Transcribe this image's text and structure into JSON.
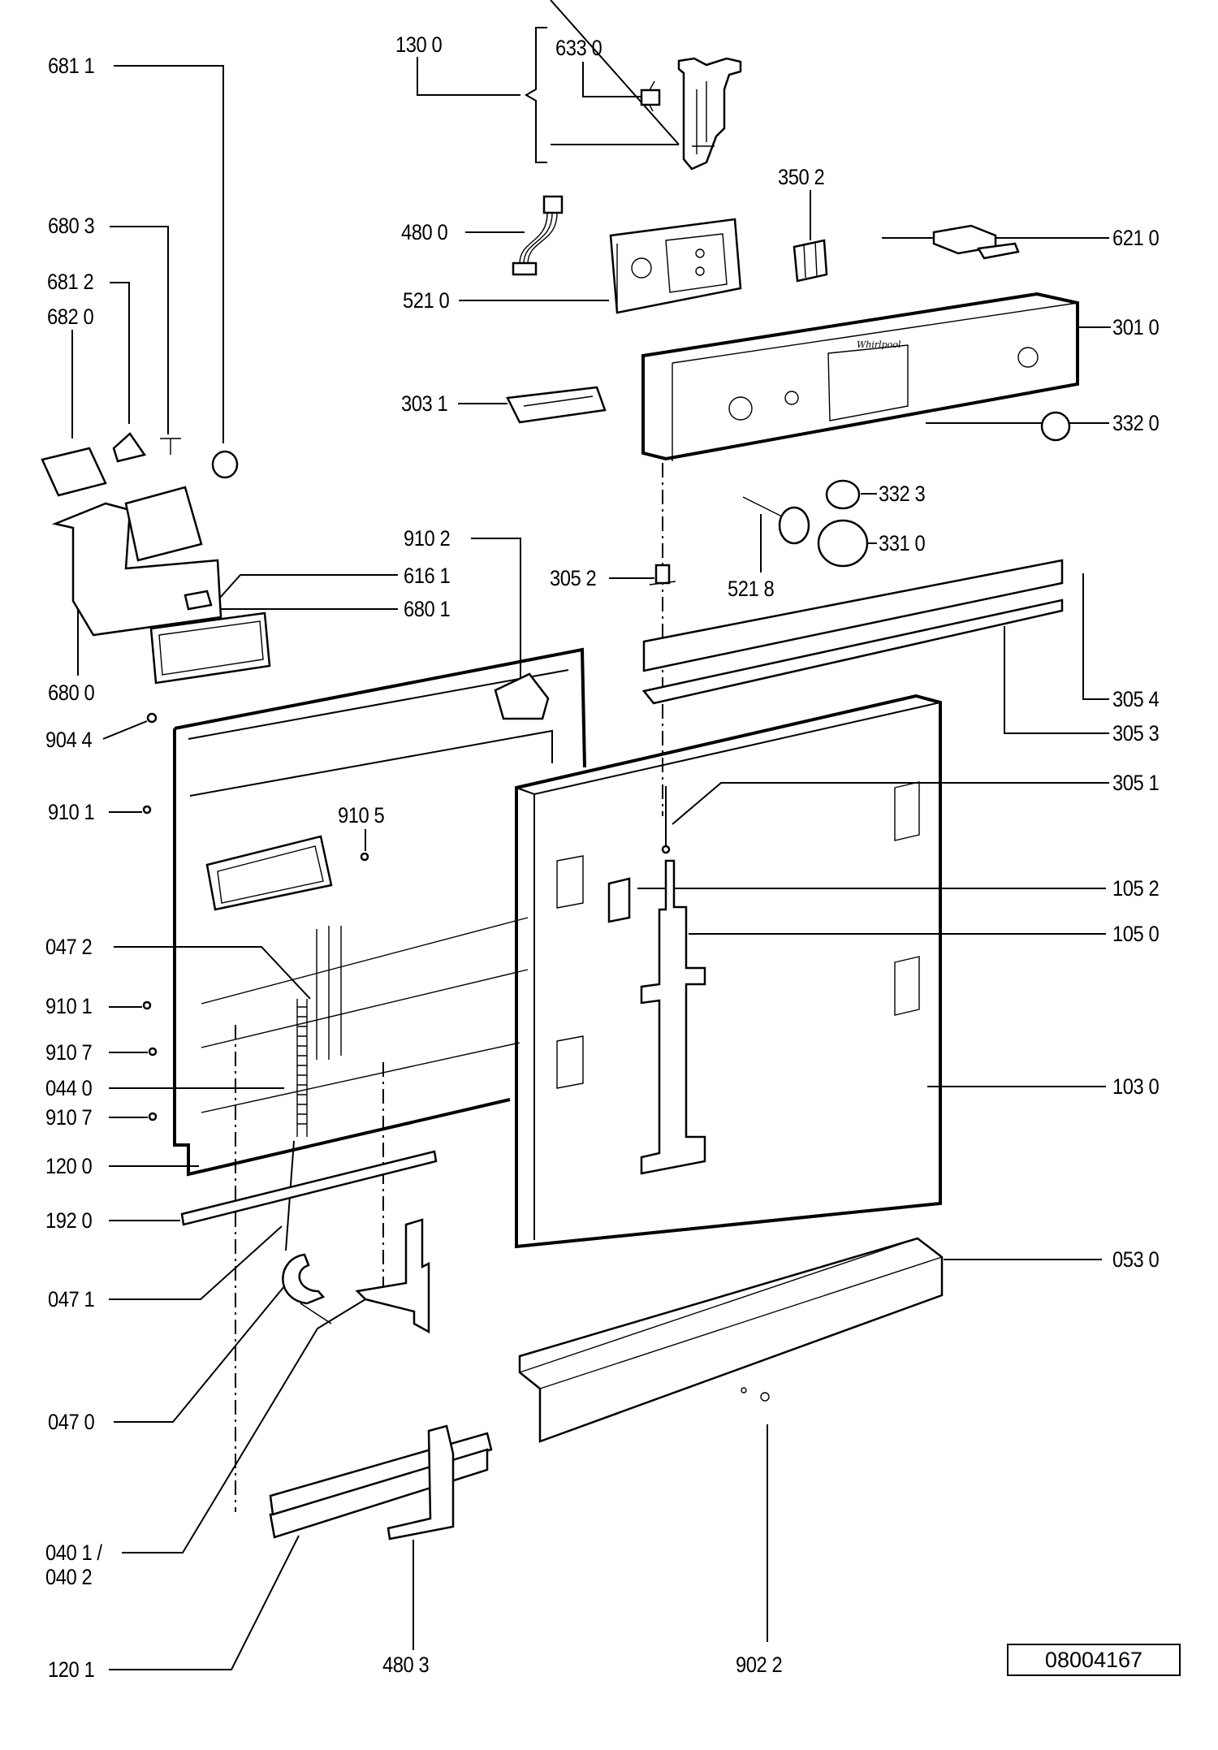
{
  "diagram": {
    "title": "Exploded parts diagram - dishwasher door and control panel",
    "document_number": "08004167",
    "callouts": [
      {
        "id": "c6811",
        "label": "681 1",
        "part": "681 1"
      },
      {
        "id": "c1300",
        "label": "130 0",
        "part": "130 0"
      },
      {
        "id": "c6330",
        "label": "633 0",
        "part": "633 0"
      },
      {
        "id": "c3502",
        "label": "350 2",
        "part": "350 2"
      },
      {
        "id": "c6803",
        "label": "680 3",
        "part": "680 3"
      },
      {
        "id": "c4800",
        "label": "480 0",
        "part": "480 0"
      },
      {
        "id": "c6210",
        "label": "621 0",
        "part": "621 0"
      },
      {
        "id": "c6812",
        "label": "681 2",
        "part": "681 2"
      },
      {
        "id": "c5210",
        "label": "521 0",
        "part": "521 0"
      },
      {
        "id": "c6820",
        "label": "682 0",
        "part": "682 0"
      },
      {
        "id": "c3010",
        "label": "301 0",
        "part": "301 0"
      },
      {
        "id": "c3031",
        "label": "303 1",
        "part": "303 1"
      },
      {
        "id": "c3320",
        "label": "332 0",
        "part": "332 0"
      },
      {
        "id": "c3323",
        "label": "332 3",
        "part": "332 3"
      },
      {
        "id": "c9102",
        "label": "910 2",
        "part": "910 2"
      },
      {
        "id": "c3310",
        "label": "331 0",
        "part": "331 0"
      },
      {
        "id": "c3052",
        "label": "305 2",
        "part": "305 2"
      },
      {
        "id": "c5218",
        "label": "521 8",
        "part": "521 8"
      },
      {
        "id": "c6161",
        "label": "616 1",
        "part": "616 1"
      },
      {
        "id": "c6801",
        "label": "680 1",
        "part": "680 1"
      },
      {
        "id": "c6800",
        "label": "680 0",
        "part": "680 0"
      },
      {
        "id": "c3054",
        "label": "305 4",
        "part": "305 4"
      },
      {
        "id": "c9044",
        "label": "904 4",
        "part": "904 4"
      },
      {
        "id": "c3053",
        "label": "305 3",
        "part": "305 3"
      },
      {
        "id": "c3051",
        "label": "305 1",
        "part": "305 1"
      },
      {
        "id": "c9101a",
        "label": "910 1",
        "part": "910 1"
      },
      {
        "id": "c9105",
        "label": "910 5",
        "part": "910 5"
      },
      {
        "id": "c1052",
        "label": "105 2",
        "part": "105 2"
      },
      {
        "id": "c0472",
        "label": "047 2",
        "part": "047 2"
      },
      {
        "id": "c1050",
        "label": "105 0",
        "part": "105 0"
      },
      {
        "id": "c9101b",
        "label": "910 1",
        "part": "910 1"
      },
      {
        "id": "c9107a",
        "label": "910 7",
        "part": "910 7"
      },
      {
        "id": "c0440",
        "label": "044 0",
        "part": "044 0"
      },
      {
        "id": "c1030",
        "label": "103 0",
        "part": "103 0"
      },
      {
        "id": "c9107b",
        "label": "910 7",
        "part": "910 7"
      },
      {
        "id": "c1200",
        "label": "120 0",
        "part": "120 0"
      },
      {
        "id": "c1920",
        "label": "192 0",
        "part": "192 0"
      },
      {
        "id": "c0530",
        "label": "053 0",
        "part": "053 0"
      },
      {
        "id": "c0471",
        "label": "047 1",
        "part": "047 1"
      },
      {
        "id": "c0470",
        "label": "047 0",
        "part": "047 0"
      },
      {
        "id": "c0401",
        "label": "040 1 /",
        "part": "040 1"
      },
      {
        "id": "c0402",
        "label": "040 2",
        "part": "040 2"
      },
      {
        "id": "c1201",
        "label": "120 1",
        "part": "120 1"
      },
      {
        "id": "c4803",
        "label": "480 3",
        "part": "480 3"
      },
      {
        "id": "c9022",
        "label": "902 2",
        "part": "902 2"
      }
    ]
  }
}
